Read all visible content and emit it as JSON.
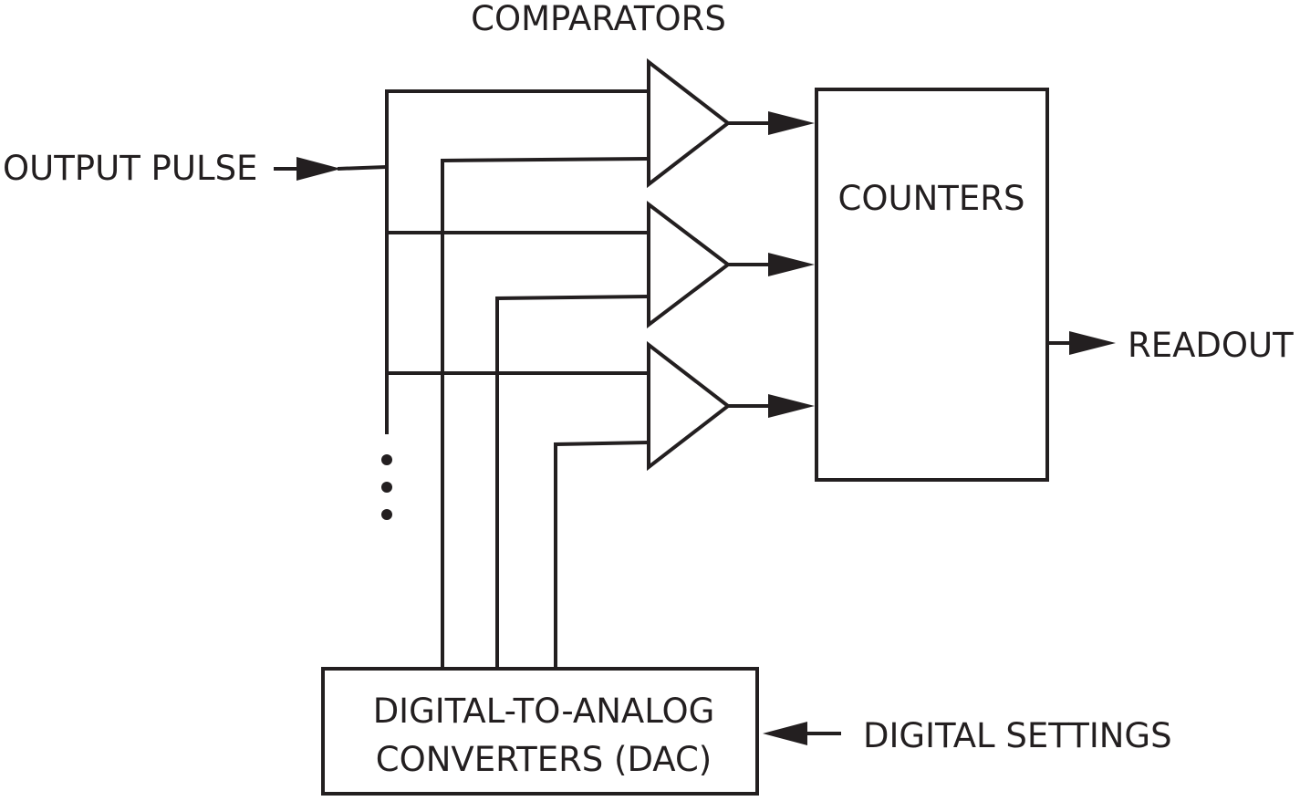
{
  "labels": {
    "comparators": "COMPARATORS",
    "output_pulse": "OUTPUT PULSE",
    "counters": "COUNTERS",
    "readout": "READOUT",
    "dac_line1": "DIGITAL-TO-ANALOG",
    "dac_line2": "CONVERTERS (DAC)",
    "digital_settings": "DIGITAL SETTINGS"
  },
  "comparator_count": 3,
  "colors": {
    "ink": "#231f20",
    "background": "#ffffff"
  }
}
